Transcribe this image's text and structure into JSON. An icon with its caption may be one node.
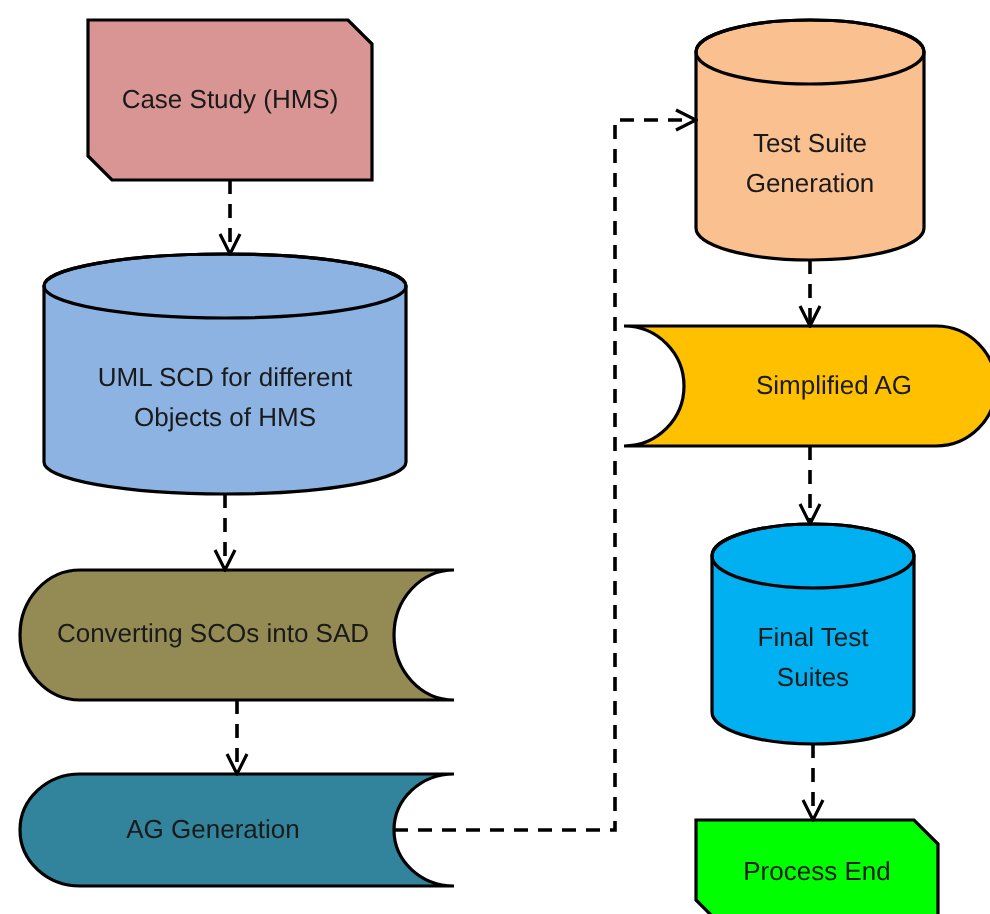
{
  "diagram": {
    "nodes": [
      {
        "text": [
          "Case Study (HMS)"
        ]
      },
      {
        "text": [
          "UML SCD for different Objects of HMS"
        ]
      },
      {
        "text": [
          "Converting SCOs into SAD"
        ]
      },
      {
        "text": [
          "AG Generation"
        ]
      },
      {
        "text": [
          "Test Suite Generation"
        ]
      },
      {
        "text": [
          "Simplified AG"
        ]
      },
      {
        "text": [
          "Final Test Suites"
        ]
      },
      {
        "text": [
          "Process End"
        ]
      }
    ],
    "edges": [
      {
        "from": 0,
        "to": 1,
        "arrow": "to",
        "style": "dashed"
      },
      {
        "from": 1,
        "to": 2,
        "arrow": "to",
        "style": "dashed"
      },
      {
        "from": 2,
        "to": 3,
        "arrow": "to",
        "style": "dashed"
      },
      {
        "from": 3,
        "to": 4,
        "arrow": "to",
        "style": "dashed"
      },
      {
        "from": 4,
        "to": 5,
        "arrow": "to",
        "style": "dashed"
      },
      {
        "from": 5,
        "to": 6,
        "arrow": "to",
        "style": "dashed"
      },
      {
        "from": 6,
        "to": 7,
        "arrow": "to",
        "style": "dashed"
      }
    ]
  }
}
